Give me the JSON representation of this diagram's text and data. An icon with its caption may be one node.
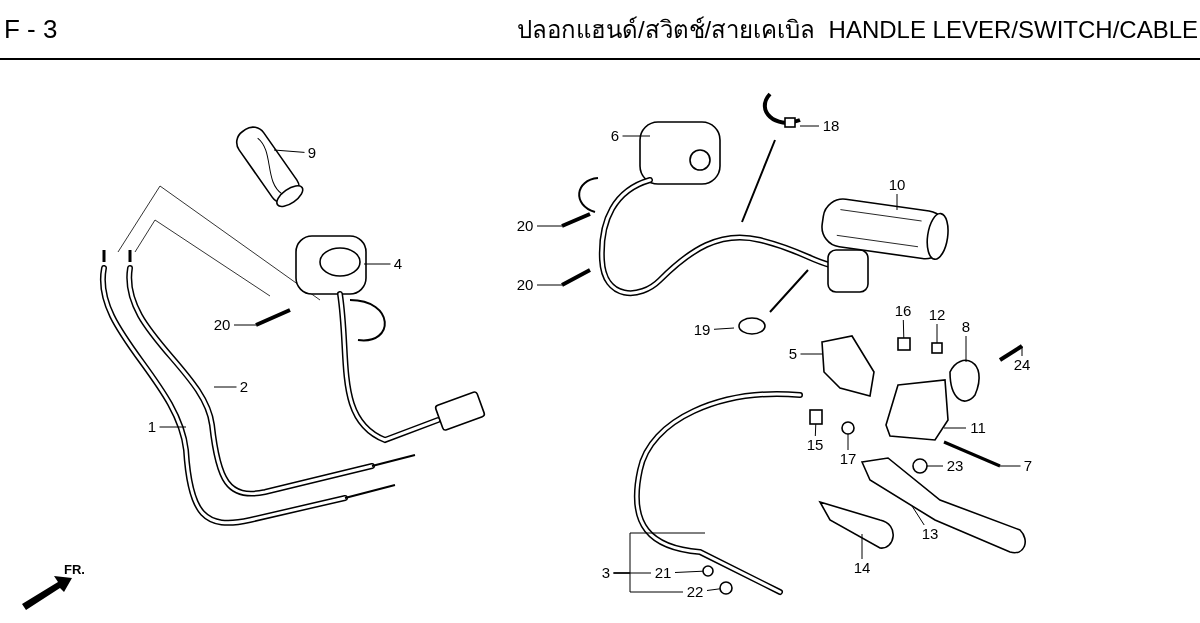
{
  "diagram": {
    "title": "ปลอกแฮนด์/สวิตช์/สายเคเบิล  HANDLE LEVER/SWITCH/CABLE",
    "nodes": [
      {
        "text": [
          "18"
        ]
      },
      {
        "text": [
          "6"
        ]
      },
      {
        "text": [
          "9"
        ]
      },
      {
        "text": [
          "10"
        ]
      },
      {
        "text": [
          "20"
        ]
      },
      {
        "text": [
          "4"
        ]
      },
      {
        "text": [
          "20"
        ]
      },
      {
        "text": [
          "16"
        ]
      },
      {
        "text": [
          "12"
        ]
      },
      {
        "text": [
          "20"
        ]
      },
      {
        "text": [
          "8"
        ]
      },
      {
        "text": [
          "19"
        ]
      },
      {
        "text": [
          "5"
        ]
      },
      {
        "text": [
          "24"
        ]
      },
      {
        "text": [
          "2"
        ]
      },
      {
        "text": [
          "1"
        ]
      },
      {
        "text": [
          "11"
        ]
      },
      {
        "text": [
          "15"
        ]
      },
      {
        "text": [
          "17"
        ]
      },
      {
        "text": [
          "23"
        ]
      },
      {
        "text": [
          "7"
        ]
      },
      {
        "text": [
          "13"
        ]
      },
      {
        "text": [
          "14"
        ]
      },
      {
        "text": [
          "3"
        ]
      },
      {
        "text": [
          "21"
        ]
      },
      {
        "text": [
          "22"
        ]
      },
      {
        "text": [],
        "shape": "box"
      },
      {
        "text": [],
        "shape": "box"
      },
      {
        "text": [],
        "shape": "box"
      },
      {
        "text": [],
        "shape": "circle"
      },
      {
        "text": [],
        "shape": "circle"
      },
      {
        "text": [],
        "shape": "circle"
      },
      {
        "text": [],
        "shape": "circle"
      }
    ],
    "edges": [
      {
        "from": 0,
        "to": null,
        "arrow": "none"
      },
      {
        "from": 1,
        "to": null,
        "arrow": "none"
      },
      {
        "from": 2,
        "to": null,
        "arrow": "none"
      },
      {
        "from": 3,
        "to": null,
        "arrow": "none"
      },
      {
        "from": 4,
        "to": null,
        "arrow": "none"
      },
      {
        "from": 5,
        "to": null,
        "arrow": "none"
      },
      {
        "from": 6,
        "to": null,
        "arrow": "none"
      },
      {
        "from": 7,
        "to": 26,
        "arrow": "none"
      },
      {
        "from": 8,
        "to": 27,
        "arrow": "none"
      },
      {
        "from": 9,
        "to": null,
        "arrow": "none"
      },
      {
        "from": 10,
        "to": null,
        "arrow": "none"
      },
      {
        "from": 11,
        "to": null,
        "arrow": "none"
      },
      {
        "from": 12,
        "to": null,
        "arrow": "none"
      },
      {
        "from": 13,
        "to": null,
        "arrow": "none"
      },
      {
        "from": 14,
        "to": null,
        "arrow": "none"
      },
      {
        "from": 15,
        "to": null,
        "arrow": "none"
      },
      {
        "from": 16,
        "to": null,
        "arrow": "none"
      },
      {
        "from": 17,
        "to": 28,
        "arrow": "none"
      },
      {
        "from": 18,
        "to": 29,
        "arrow": "none"
      },
      {
        "from": 19,
        "to": 30,
        "arrow": "none"
      },
      {
        "from": 20,
        "to": null,
        "arrow": "none"
      },
      {
        "from": 21,
        "to": null,
        "arrow": "none"
      },
      {
        "from": 22,
        "to": null,
        "arrow": "none"
      },
      {
        "from": 23,
        "to": null,
        "arrow": "none"
      },
      {
        "from": 23,
        "to": 24,
        "arrow": "none"
      },
      {
        "from": 23,
        "to": 25,
        "arrow": "none"
      },
      {
        "from": 24,
        "to": 31,
        "arrow": "none"
      },
      {
        "from": 25,
        "to": 32,
        "arrow": "none"
      }
    ],
    "labels": [
      "F - 3",
      "FR."
    ]
  }
}
